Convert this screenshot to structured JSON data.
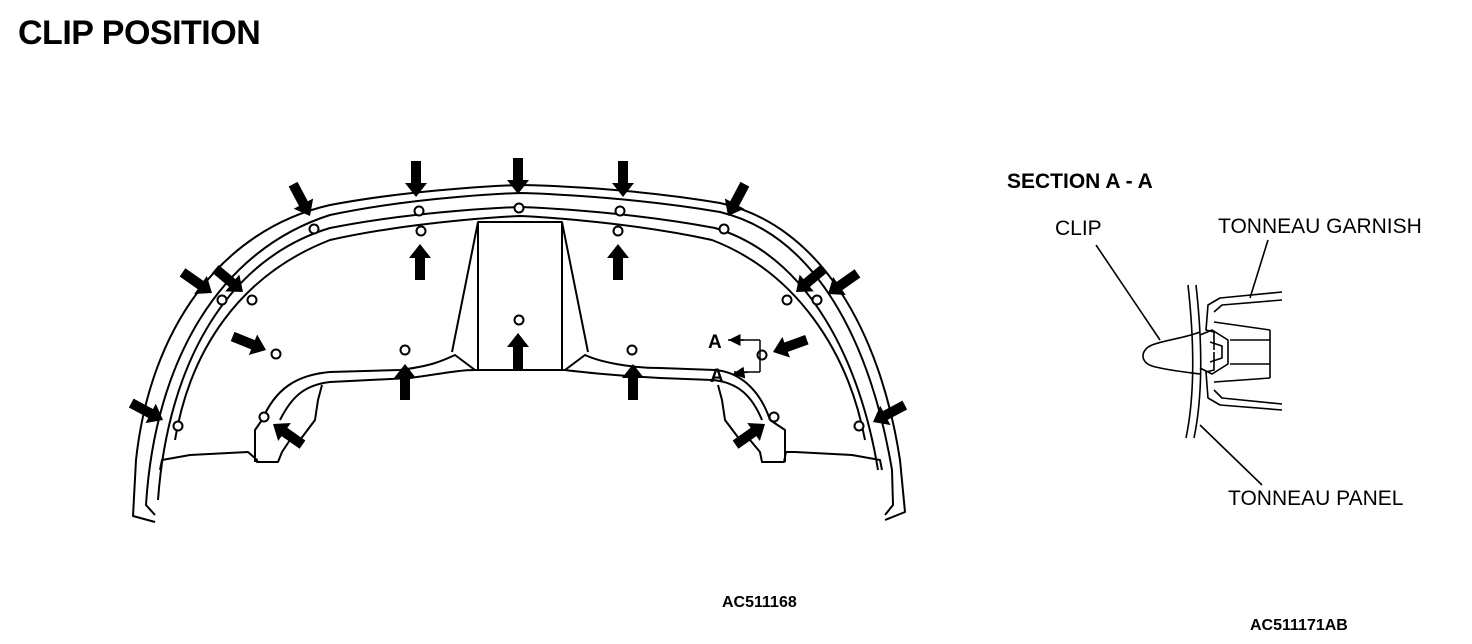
{
  "title": "CLIP POSITION",
  "section": {
    "title": "SECTION A - A",
    "labels": {
      "clip": "CLIP",
      "tonneau_garnish": "TONNEAU GARNISH",
      "tonneau_panel": "TONNEAU PANEL"
    },
    "code": "AC511171AB"
  },
  "main_view": {
    "section_marker": "A",
    "code": "AC511168"
  },
  "colors": {
    "line": "#000000",
    "background": "#ffffff"
  }
}
